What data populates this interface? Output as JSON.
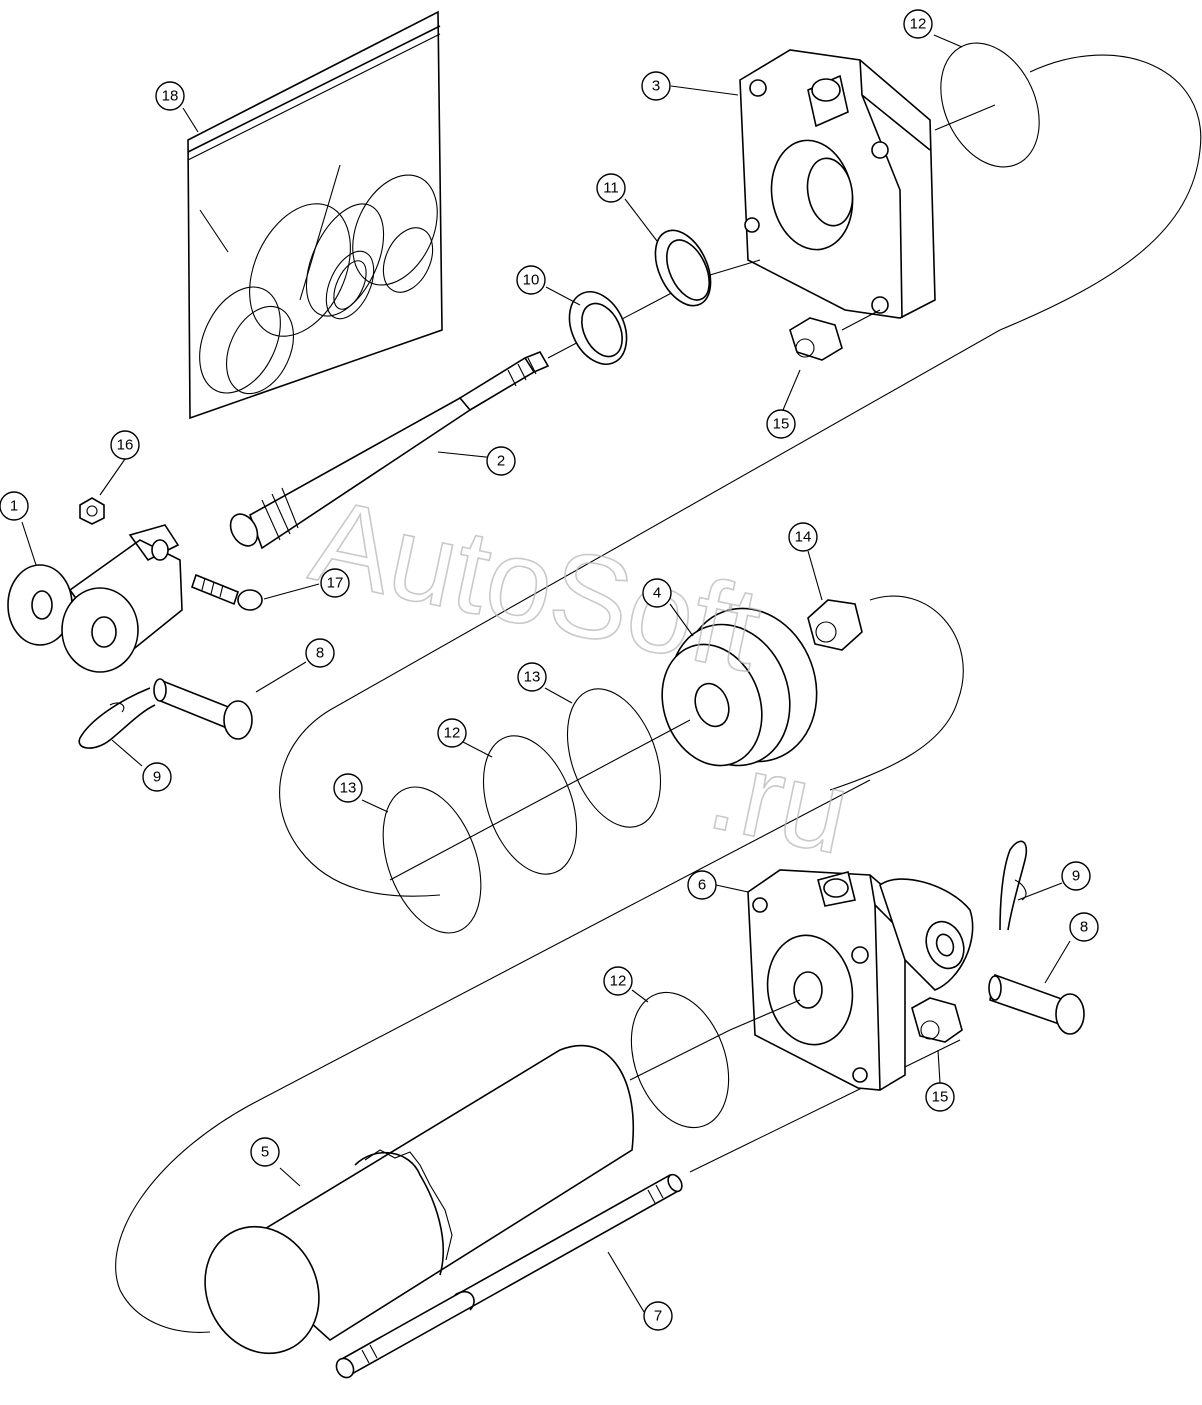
{
  "watermark": {
    "line1": "AutoSoft",
    "line2": ".ru"
  },
  "callouts": [
    {
      "label": "1"
    },
    {
      "label": "2"
    },
    {
      "label": "3"
    },
    {
      "label": "4"
    },
    {
      "label": "5"
    },
    {
      "label": "6"
    },
    {
      "label": "7"
    },
    {
      "label": "8"
    },
    {
      "label": "8"
    },
    {
      "label": "9"
    },
    {
      "label": "9"
    },
    {
      "label": "10"
    },
    {
      "label": "11"
    },
    {
      "label": "12"
    },
    {
      "label": "12"
    },
    {
      "label": "12"
    },
    {
      "label": "13"
    },
    {
      "label": "13"
    },
    {
      "label": "14"
    },
    {
      "label": "15"
    },
    {
      "label": "15"
    },
    {
      "label": "16"
    },
    {
      "label": "17"
    },
    {
      "label": "18"
    }
  ]
}
